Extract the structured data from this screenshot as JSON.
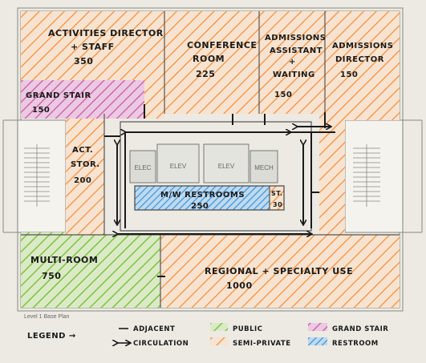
{
  "title": "Level 1 Base Plan",
  "colors": {
    "public": "#7fc241",
    "semi_private": "#f28c3a",
    "grand_stair": "#c85aa8",
    "restroom": "#2f8fd6",
    "paper": "#eceae3",
    "line": "#1a1a1a"
  },
  "rooms": {
    "activities": {
      "line1": "ACTIVITIES DIRECTOR",
      "line2": "+ STAFF",
      "area": "350"
    },
    "conference": {
      "line1": "CONFERENCE",
      "line2": "ROOM",
      "area": "225"
    },
    "admissions_assistant": {
      "line1": "ADMISSIONS",
      "line2": "ASSISTANT",
      "line3": "+",
      "line4": "WAITING",
      "area": "150"
    },
    "admissions_director": {
      "line1": "ADMISSIONS",
      "line2": "DIRECTOR",
      "area": "150"
    },
    "grand_stair": {
      "line1": "GRAND STAIR",
      "area": "150"
    },
    "act_stor": {
      "line1": "ACT.",
      "line2": "STOR.",
      "area": "200"
    },
    "restrooms": {
      "line1": "M/W RESTROOMS",
      "area": "250"
    },
    "st": {
      "line1": "ST.",
      "area": "30"
    },
    "multi_room": {
      "line1": "MULTI-ROOM",
      "area": "750"
    },
    "regional": {
      "line1": "REGIONAL + SPECIALTY USE",
      "area": "1000"
    }
  },
  "core_labels": {
    "elec": "ELEC",
    "elev1": "ELEV",
    "elev2": "ELEV",
    "mech": "MECH"
  },
  "legend": {
    "heading": "LEGEND →",
    "adjacent_label": "ADJACENT",
    "circulation_label": "CIRCULATION",
    "public_label": "PUBLIC",
    "semi_private_label": "SEMI-PRIVATE",
    "grand_stair_label": "GRAND STAIR",
    "restroom_label": "RESTROOM"
  }
}
